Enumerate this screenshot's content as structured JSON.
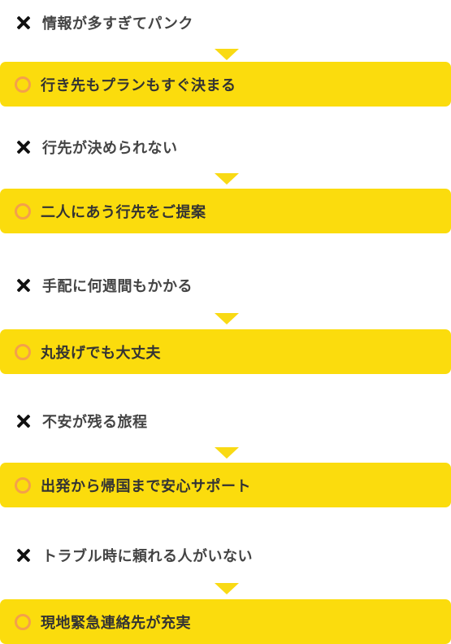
{
  "colors": {
    "accent_yellow": "#fbdc0d",
    "circle_orange": "#f4a04a",
    "x_mark": "#111111",
    "problem_text": "#444444"
  },
  "pairs": [
    {
      "problem": "情報が多すぎてパンク",
      "solution": "行き先もプランもすぐ決まる"
    },
    {
      "problem": "行先が決められない",
      "solution": "二人にあう行先をご提案"
    },
    {
      "problem": "手配に何週間もかかる",
      "solution": "丸投げでも大丈夫"
    },
    {
      "problem": "不安が残る旅程",
      "solution": "出発から帰国まで安心サポート"
    },
    {
      "problem": "トラブル時に頼れる人がいない",
      "solution": "現地緊急連絡先が充実"
    }
  ]
}
